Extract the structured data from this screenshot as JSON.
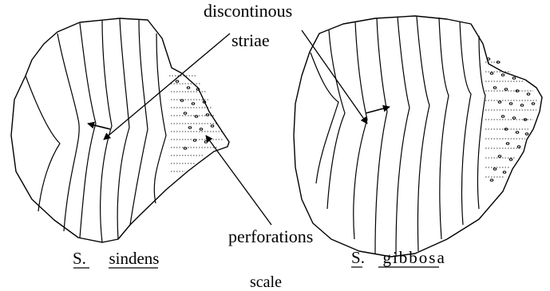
{
  "labels": {
    "discontinous": "discontinous",
    "striae": "striae",
    "perforations": "perforations",
    "scale": "scale"
  },
  "species_left": {
    "genus": "S.",
    "epithet": "sindens"
  },
  "species_right": {
    "genus": "S",
    "dot": ".",
    "epithet": "gibbosa"
  },
  "colors": {
    "ink": "#000000",
    "background": "#ffffff"
  }
}
